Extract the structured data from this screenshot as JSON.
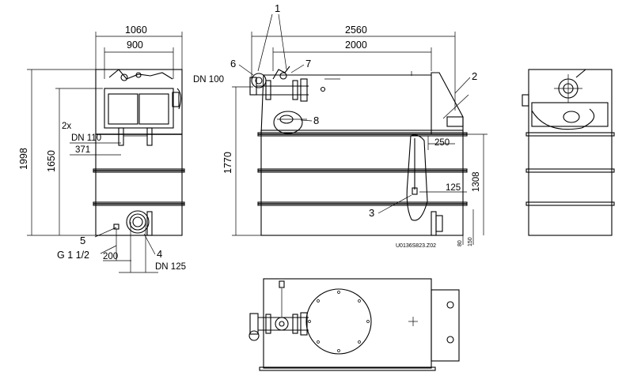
{
  "dimensions": {
    "front_width_outer": "1060",
    "front_width_inner": "900",
    "front_height_total": "1998",
    "front_height_inlet": "1650",
    "front_inlet_count": "2x",
    "front_inlet_size": "DN 110",
    "front_inlet_offset": "371",
    "front_drain_thread": "G 1 1/2",
    "front_drain_offset": "200",
    "front_outlet_size": "DN 125",
    "side_length_total": "2560",
    "side_length_tank": "2000",
    "side_height_pipe": "1770",
    "side_pipe_size": "DN 100",
    "side_step": "250",
    "side_level_height": "1308",
    "side_level_offset": "125",
    "side_small_a": "80",
    "side_small_b": "150"
  },
  "callouts": [
    "1",
    "2",
    "3",
    "4",
    "5",
    "6",
    "7",
    "8"
  ],
  "drawing_code": "U0136S823.Z02"
}
